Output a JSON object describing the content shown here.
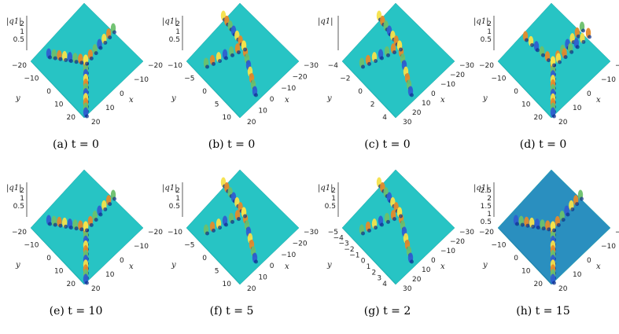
{
  "figure": {
    "panels": [
      {
        "id": "a",
        "letter": "(a)",
        "time": "t = 0",
        "zlabel": "|q1|",
        "z_ticks": [
          "2",
          "1",
          "0.5"
        ],
        "y_ticks": [
          "−20",
          "−10",
          "0",
          "10",
          "20"
        ],
        "x_ticks": [
          "−20",
          "−10",
          "0",
          "10",
          "20"
        ],
        "ylabel": "y",
        "xlabel": "x",
        "style": "Y"
      },
      {
        "id": "b",
        "letter": "(b)",
        "time": "t = 0",
        "zlabel": "|q1|",
        "z_ticks": [
          "2",
          "1",
          "0.5"
        ],
        "y_ticks": [
          "−10",
          "−5",
          "0",
          "5",
          "10"
        ],
        "x_ticks": [
          "−30",
          "−20",
          "−10",
          "0",
          "10",
          "20"
        ],
        "ylabel": "y",
        "xlabel": "x",
        "style": "bent"
      },
      {
        "id": "c",
        "letter": "(c)",
        "time": "t = 0",
        "zlabel": "|q1|",
        "z_ticks": [],
        "y_ticks": [
          "−4",
          "−2",
          "0",
          "2",
          "4"
        ],
        "x_ticks": [
          "−30",
          "−20",
          "−10",
          "0",
          "10",
          "20",
          "30"
        ],
        "ylabel": "y",
        "xlabel": "x",
        "style": "bent"
      },
      {
        "id": "d",
        "letter": "(d)",
        "time": "t = 0",
        "zlabel": "|q1|",
        "z_ticks": [
          "2",
          "1",
          "0.5"
        ],
        "y_ticks": [
          "−20",
          "−10",
          "0",
          "10",
          "20"
        ],
        "x_ticks": [
          "−20",
          "−10",
          "0",
          "10",
          "20"
        ],
        "ylabel": "y",
        "xlabel": "x",
        "style": "Yfan"
      },
      {
        "id": "e",
        "letter": "(e)",
        "time": "t = 10",
        "zlabel": "|q1|",
        "z_ticks": [
          "2",
          "1",
          "0.5"
        ],
        "y_ticks": [
          "−20",
          "−10",
          "0",
          "10",
          "20"
        ],
        "x_ticks": [
          "−20",
          "−10",
          "0",
          "10",
          "20"
        ],
        "ylabel": "y",
        "xlabel": "x",
        "style": "Y"
      },
      {
        "id": "f",
        "letter": "(f)",
        "time": "t = 5",
        "zlabel": "|q1|",
        "z_ticks": [
          "2",
          "1",
          "0.5"
        ],
        "y_ticks": [
          "−10",
          "−5",
          "0",
          "5",
          "10"
        ],
        "x_ticks": [
          "−30",
          "−20",
          "−10",
          "0",
          "10",
          "20"
        ],
        "ylabel": "y",
        "xlabel": "x",
        "style": "bent"
      },
      {
        "id": "g",
        "letter": "(g)",
        "time": "t = 2",
        "zlabel": "|q1|",
        "z_ticks": [
          "2",
          "1",
          "0.5"
        ],
        "y_ticks": [
          "−5",
          "−4",
          "−3",
          "−2",
          "−1",
          "0",
          "1",
          "2",
          "3",
          "4"
        ],
        "x_ticks": [
          "−30",
          "−20",
          "−10",
          "0",
          "10",
          "20",
          "30"
        ],
        "ylabel": "y",
        "xlabel": "x",
        "style": "bent"
      },
      {
        "id": "h",
        "letter": "(h)",
        "time": "t = 15",
        "zlabel": "|q1|",
        "z_ticks": [
          "2.5",
          "2",
          "1.5",
          "1",
          "0.5"
        ],
        "y_ticks": [
          "−20",
          "−10",
          "0",
          "10",
          "20"
        ],
        "x_ticks": [
          "−20",
          "−10",
          "0",
          "10",
          "20"
        ],
        "ylabel": "y",
        "xlabel": "x",
        "style": "Ydark"
      }
    ]
  }
}
